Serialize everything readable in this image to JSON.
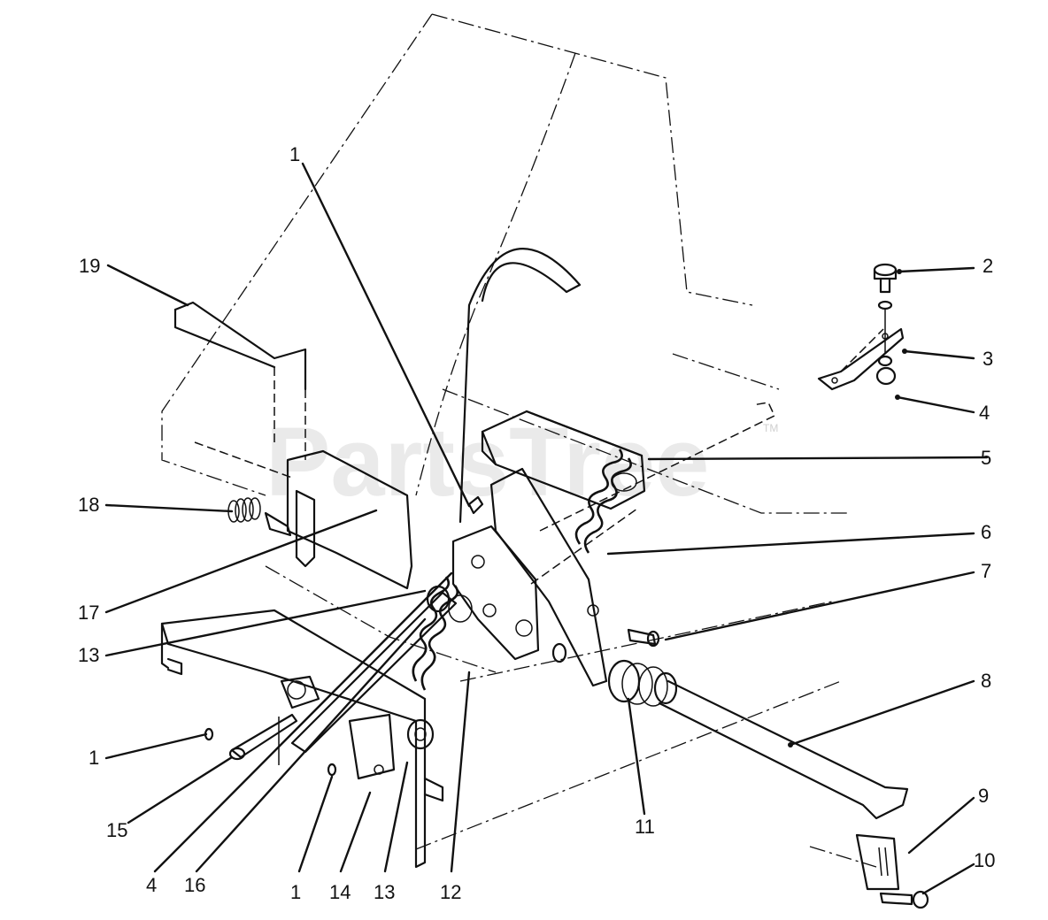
{
  "watermark": {
    "text": "PartsTree",
    "mark": "TM"
  },
  "callouts": [
    {
      "id": "c1-top",
      "label": "1"
    },
    {
      "id": "c19",
      "label": "19"
    },
    {
      "id": "c2",
      "label": "2"
    },
    {
      "id": "c3",
      "label": "3"
    },
    {
      "id": "c4-right",
      "label": "4"
    },
    {
      "id": "c5",
      "label": "5"
    },
    {
      "id": "c6",
      "label": "6"
    },
    {
      "id": "c7",
      "label": "7"
    },
    {
      "id": "c18",
      "label": "18"
    },
    {
      "id": "c17",
      "label": "17"
    },
    {
      "id": "c13-left",
      "label": "13"
    },
    {
      "id": "c8",
      "label": "8"
    },
    {
      "id": "c1-left",
      "label": "1"
    },
    {
      "id": "c15",
      "label": "15"
    },
    {
      "id": "c11",
      "label": "11"
    },
    {
      "id": "c9",
      "label": "9"
    },
    {
      "id": "c10",
      "label": "10"
    },
    {
      "id": "c4-bottom",
      "label": "4"
    },
    {
      "id": "c16",
      "label": "16"
    },
    {
      "id": "c1-bottom",
      "label": "1"
    },
    {
      "id": "c14",
      "label": "14"
    },
    {
      "id": "c13-bottom",
      "label": "13"
    },
    {
      "id": "c12",
      "label": "12"
    }
  ]
}
